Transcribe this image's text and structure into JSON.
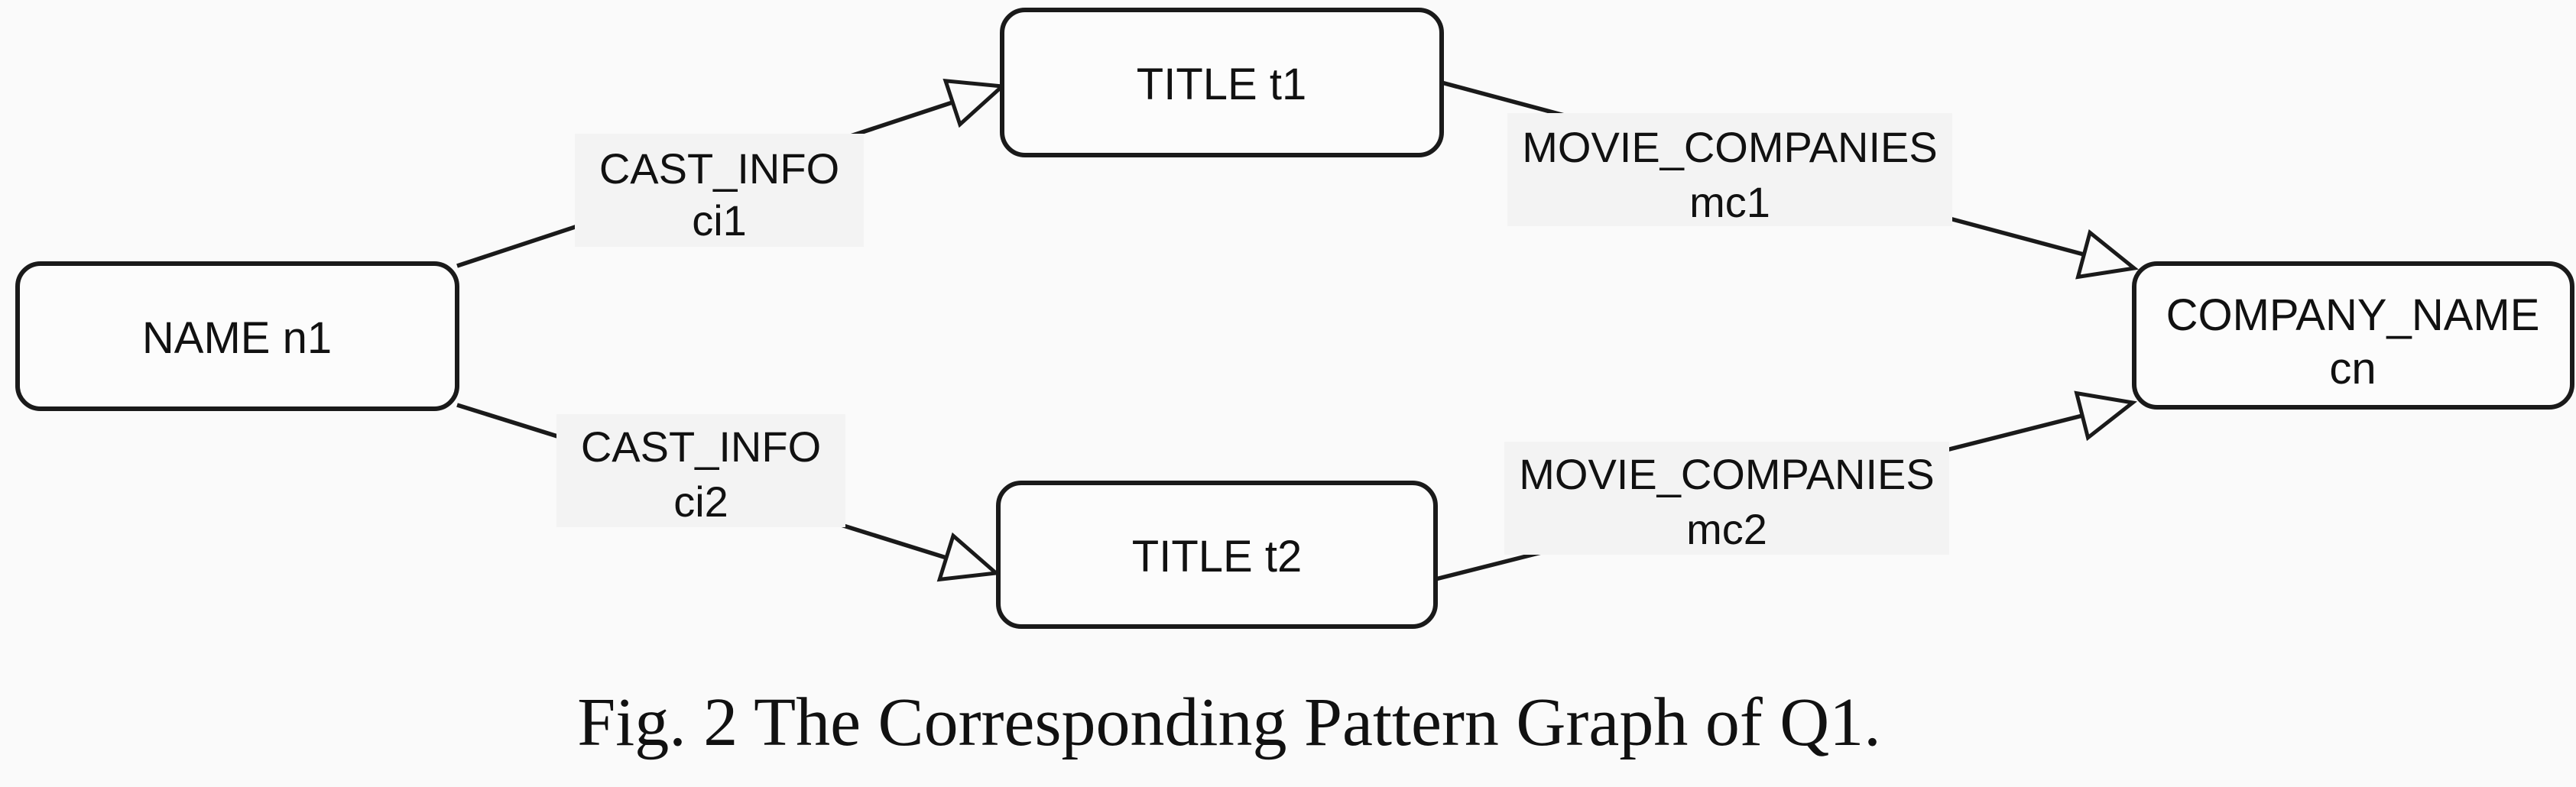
{
  "figure": {
    "caption": "Fig. 2 The Corresponding Pattern Graph of Q1.",
    "type": "pattern-graph",
    "nodes": [
      {
        "id": "n1",
        "label": "NAME n1"
      },
      {
        "id": "t1",
        "label": "TITLE t1"
      },
      {
        "id": "t2",
        "label": "TITLE t2"
      },
      {
        "id": "cn",
        "label_line1": "COMPANY_NAME",
        "label_line2": "cn"
      }
    ],
    "edges": [
      {
        "from": "n1",
        "to": "t1",
        "label_line1": "CAST_INFO",
        "label_line2": "ci1"
      },
      {
        "from": "t1",
        "to": "cn",
        "label_line1": "MOVIE_COMPANIES",
        "label_line2": "mc1"
      },
      {
        "from": "n1",
        "to": "t2",
        "label_line1": "CAST_INFO",
        "label_line2": "ci2"
      },
      {
        "from": "t2",
        "to": "cn",
        "label_line1": "MOVIE_COMPANIES",
        "label_line2": "mc2"
      }
    ],
    "colors": {
      "background": "#fafafa",
      "node_fill": "#fcfcfc",
      "stroke": "#1a1a1a",
      "edge_label_bg": "#f3f3f3",
      "text": "#111111"
    }
  }
}
